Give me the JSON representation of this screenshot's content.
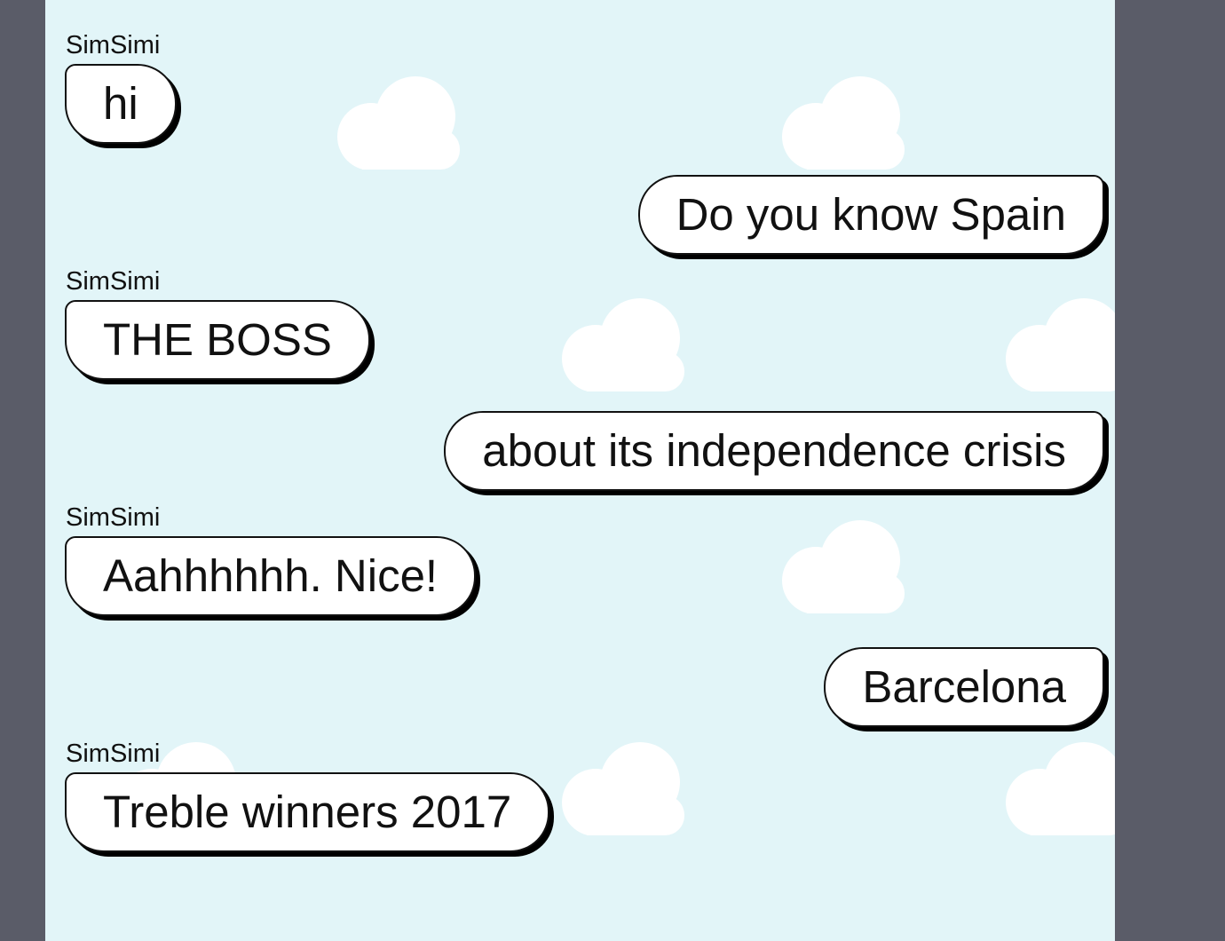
{
  "chat": {
    "background_color": "#e2f5f8",
    "frame_color": "#5a5c68",
    "bubble_color": "#ffffff",
    "messages": [
      {
        "sender": "SimSimi",
        "text": "hi",
        "side": "left"
      },
      {
        "sender": "",
        "text": "Do you know Spain",
        "side": "right"
      },
      {
        "sender": "SimSimi",
        "text": "THE BOSS",
        "side": "left"
      },
      {
        "sender": "",
        "text": "about its independence crisis",
        "side": "right"
      },
      {
        "sender": "SimSimi",
        "text": "Aahhhhhh. Nice!",
        "side": "left"
      },
      {
        "sender": "",
        "text": "Barcelona",
        "side": "right"
      },
      {
        "sender": "SimSimi",
        "text": "Treble winners 2017",
        "side": "left"
      }
    ]
  }
}
